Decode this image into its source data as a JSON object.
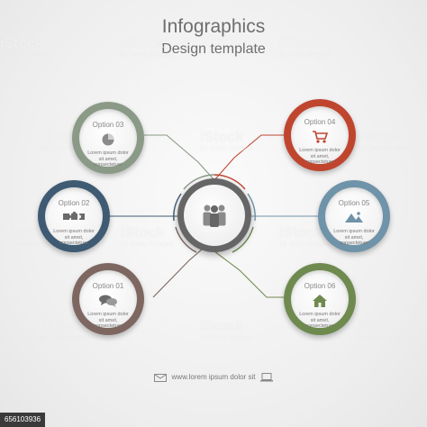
{
  "title": "Infographics",
  "subtitle": "Design template",
  "options": [
    {
      "label": "Option 01",
      "desc": "Lorem ipsum dolor sit amet, consectetuer",
      "color": "#7d6760",
      "icon": "speech-bubbles-icon"
    },
    {
      "label": "Option 02",
      "desc": "Lorem ipsum dolor sit amet, consectetuer",
      "color": "#3f5a73",
      "icon": "puzzle-icon"
    },
    {
      "label": "Option 03",
      "desc": "Lorem ipsum dolor sit amet, consectetuer",
      "color": "#8a9a86",
      "icon": "pie-chart-icon"
    },
    {
      "label": "Option 04",
      "desc": "Lorem ipsum dolor sit amet, consectetuer",
      "color": "#c0452f",
      "icon": "shopping-cart-icon"
    },
    {
      "label": "Option 05",
      "desc": "Lorem ipsum dolor sit amet, consectetuer",
      "color": "#6f93a8",
      "icon": "landscape-icon"
    },
    {
      "label": "Option 06",
      "desc": "Lorem ipsum dolor sit amet, consectetuer",
      "color": "#6f8a4f",
      "icon": "home-icon"
    }
  ],
  "center_icon": "people-group-icon",
  "footer": {
    "text": "www.lorem ipsum dolor sit",
    "left_icon": "envelope-icon",
    "right_icon": "laptop-icon"
  },
  "watermark": {
    "brand": "iStock",
    "sub": "by Getty Images"
  },
  "image_id": "656103936"
}
